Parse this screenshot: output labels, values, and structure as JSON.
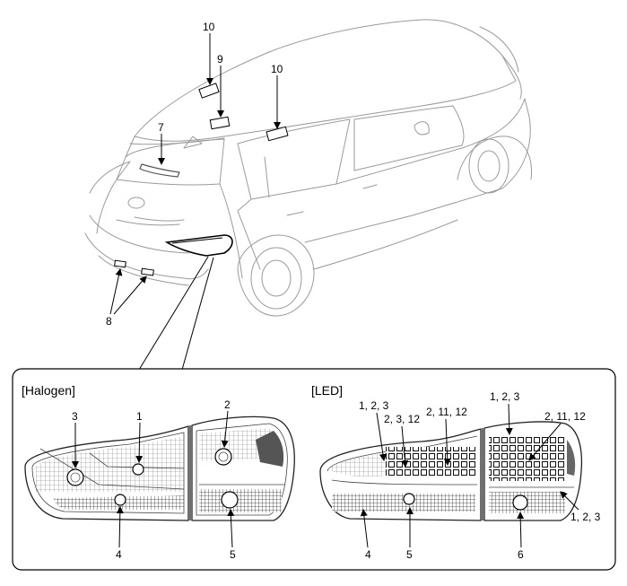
{
  "callouts": {
    "c10a": "10",
    "c9": "9",
    "c10b": "10",
    "c7": "7",
    "c8": "8"
  },
  "halogen": {
    "title": "[Halogen]",
    "l3": "3",
    "l1": "1",
    "l2": "2",
    "l4": "4",
    "l5": "5"
  },
  "led": {
    "title": "[LED]",
    "l123a": "1, 2, 3",
    "l2312": "2, 3, 12",
    "l21112a": "2, 11, 12",
    "l123b": "1, 2, 3",
    "l21112b": "2, 11, 12",
    "l123c": "1, 2, 3",
    "l4": "4",
    "l5": "5",
    "l6": "6"
  }
}
